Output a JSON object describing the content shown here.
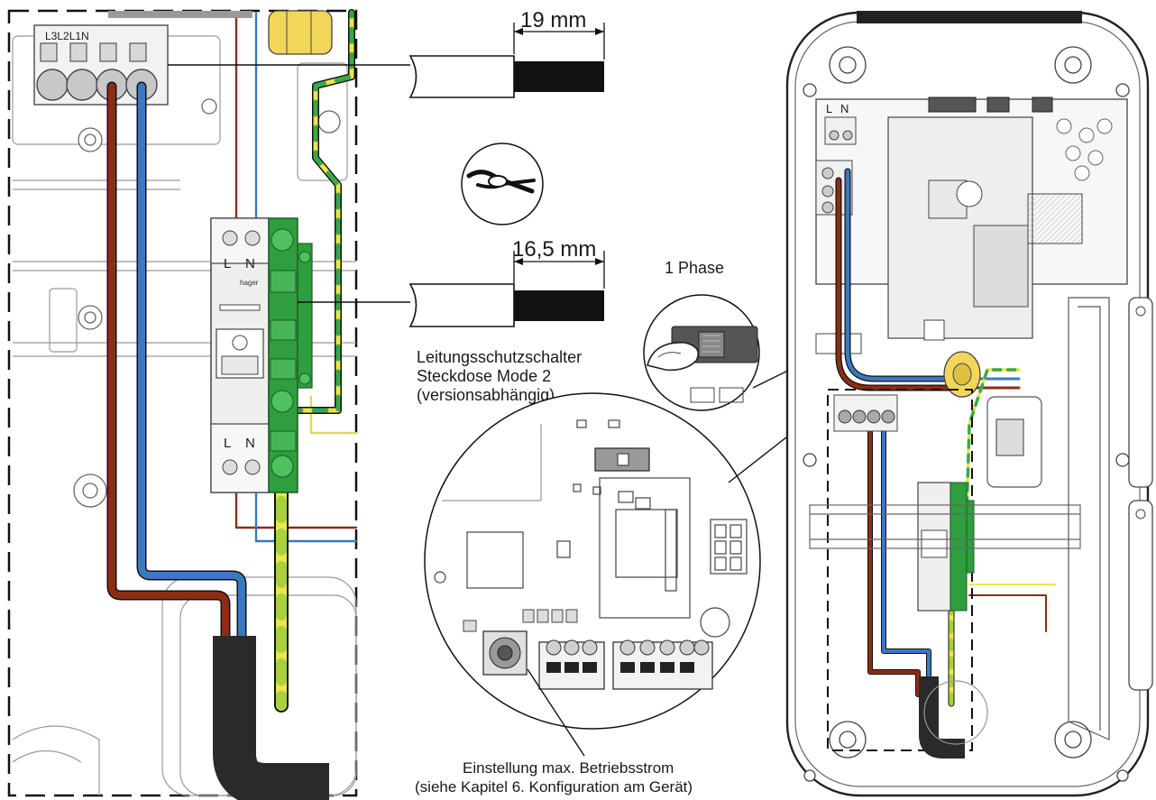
{
  "terminal_block": {
    "label": "L3L2L1N"
  },
  "dimensions": {
    "strip_length_1": "19 mm",
    "strip_length_2": "16,5 mm"
  },
  "mcb": {
    "label_top_l": "L",
    "label_top_n": "N",
    "label_bottom_l": "L",
    "label_bottom_n": "N",
    "brand": "hager"
  },
  "callouts": {
    "mcb_line1": "Leitungsschutzschalter",
    "mcb_line2": "Steckdose Mode 2",
    "mcb_line3": "(versionsabhängig)",
    "phase_switch": "1 Phase",
    "current_line1": "Einstellung max. Betriebsstrom",
    "current_line2": "(siehe Kapitel 6. Konfiguration am Gerät)"
  },
  "device": {
    "board_label_l": "L",
    "board_label_n": "N"
  },
  "colors": {
    "brown": "#8b2d13",
    "blue": "#3b78c2",
    "yellow": "#e8e84a",
    "green": "#3aa84a",
    "terminal_green": "#2e9e3e",
    "black": "#111111",
    "cable_gray": "#2a2a2a"
  }
}
